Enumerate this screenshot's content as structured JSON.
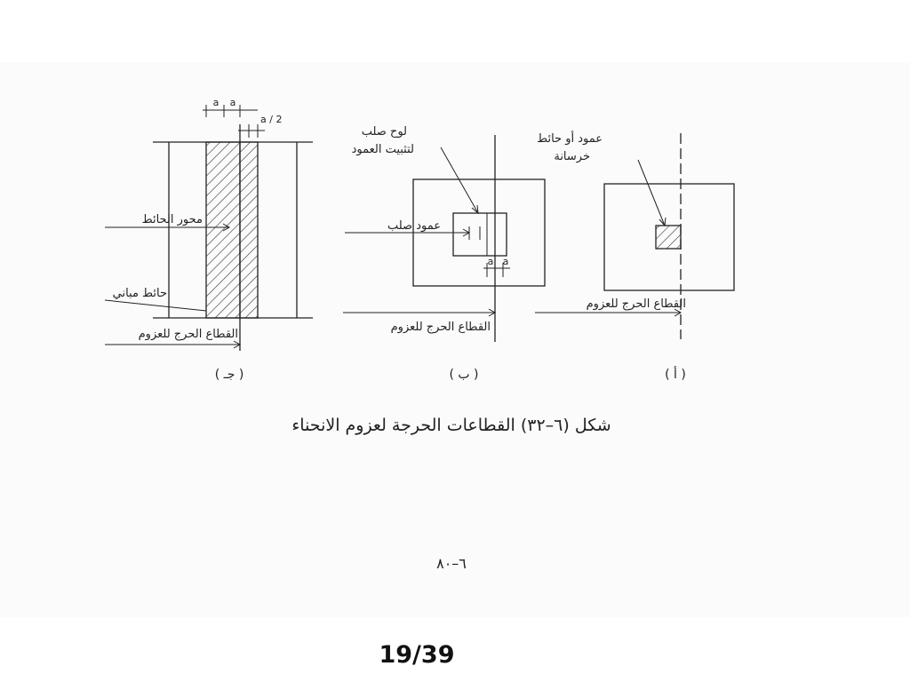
{
  "caption": "شكل (٦–٣٢) القطاعات الحرجة لعزوم الانحناء",
  "page_label": "٦–٨٠",
  "slide_counter": "19/39",
  "panel_a": {
    "label": "( أ )",
    "column_label_1": "عمود أو حائط",
    "column_label_2": "خرسانة",
    "critical_section": "القطاع الحرج للعزوم"
  },
  "panel_b": {
    "label": "( ب )",
    "plate_label_1": "لوح صلب",
    "plate_label_2": "لتثبيت العمود",
    "steel_column": "عمود صلب",
    "dim_a": "a",
    "critical_section": "القطاع الحرج للعزوم"
  },
  "panel_c": {
    "label": "( جـ )",
    "wall_axis": "محور الحائط",
    "masonry_wall": "حائط مباني",
    "critical_section": "القطاع الحرج للعزوم",
    "dim_a": "a",
    "dim_half_a": "a / 2"
  }
}
